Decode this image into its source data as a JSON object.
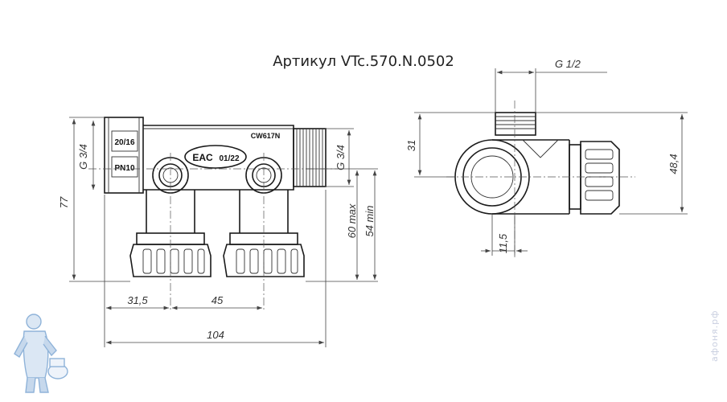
{
  "title": "Артикул VTc.570.N.0502",
  "front": {
    "markings": {
      "size": "20/16",
      "pressure": "PN10",
      "cert": "EAC",
      "date": "01/22",
      "material": "CW617N"
    },
    "dims": {
      "thread_left": "G 3/4",
      "thread_right": "G 3/4",
      "height": "77",
      "height_max": "60 max",
      "height_min": "54 min",
      "offset": "31,5",
      "pitch": "45",
      "length": "104"
    }
  },
  "side": {
    "dims": {
      "thread_top": "G 1/2",
      "height_left": "31",
      "height_right": "48,4",
      "bottom": "11,5"
    }
  },
  "watermark": "афоня.рф",
  "colors": {
    "line": "#1a1a1a",
    "dimension": "#444444",
    "watermark": "#c9cfe0",
    "mascot": "#8fb3d9"
  }
}
